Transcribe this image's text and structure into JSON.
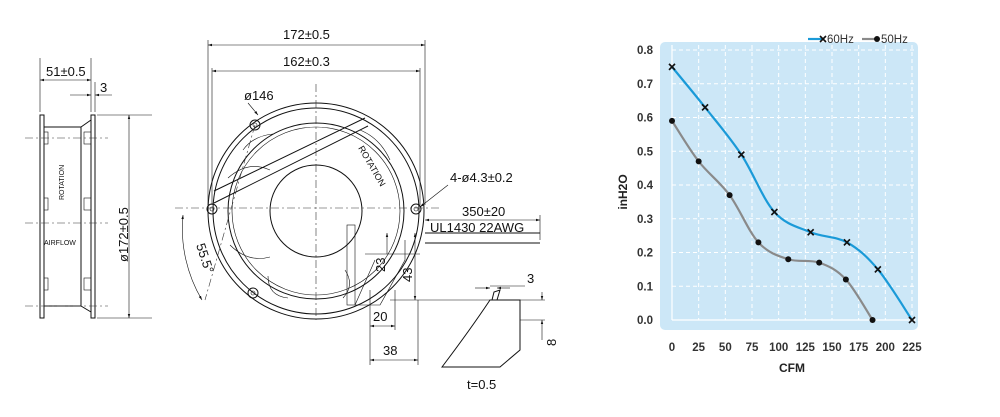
{
  "drawing": {
    "side_view": {
      "width_dim": "51±0.5",
      "flange_dim": "3",
      "diameter_dim": "ø172±0.5",
      "rotation_label": "ROTATION",
      "airflow_label": "AIRFLOW"
    },
    "front_view": {
      "outer_dim": "172±0.5",
      "hole_pitch_dim": "162±0.3",
      "inner_dia_dim": "ø146",
      "rotation_label": "ROTATION",
      "holes_dim": "4-ø4.3±0.2",
      "lead_length_dim": "350±20",
      "wire_spec": "UL1430 22AWG",
      "angle_dim": "55.5°",
      "dim_23": "23",
      "dim_43": "43",
      "dim_20": "20",
      "dim_38": "38"
    },
    "terminal_detail": {
      "dim_3": "3",
      "dim_8": "8",
      "thickness": "t=0.5"
    }
  },
  "chart_data": {
    "type": "line",
    "title": "",
    "xlabel": "CFM",
    "ylabel": "inH2O",
    "xlim": [
      0,
      225
    ],
    "ylim": [
      0,
      0.8
    ],
    "x_ticks": [
      "0",
      "25",
      "50",
      "75",
      "100",
      "125",
      "150",
      "175",
      "200",
      "225"
    ],
    "y_ticks": [
      "0.0",
      "0.1",
      "0.2",
      "0.3",
      "0.4",
      "0.5",
      "0.6",
      "0.7",
      "0.8"
    ],
    "grid": true,
    "legend_position": "top-right",
    "series": [
      {
        "name": "60Hz",
        "color": "#1a9ad8",
        "marker": "x",
        "x": [
          0,
          31,
          65,
          96,
          130,
          164,
          193,
          225
        ],
        "y": [
          0.75,
          0.63,
          0.49,
          0.32,
          0.26,
          0.23,
          0.15,
          0.0
        ]
      },
      {
        "name": "50Hz",
        "color": "#8a8a8a",
        "marker": "dot",
        "x": [
          0,
          25,
          54,
          81,
          109,
          138,
          163,
          188
        ],
        "y": [
          0.59,
          0.47,
          0.37,
          0.23,
          0.18,
          0.17,
          0.12,
          0.0
        ]
      }
    ],
    "background_color": "#cce7f7"
  }
}
